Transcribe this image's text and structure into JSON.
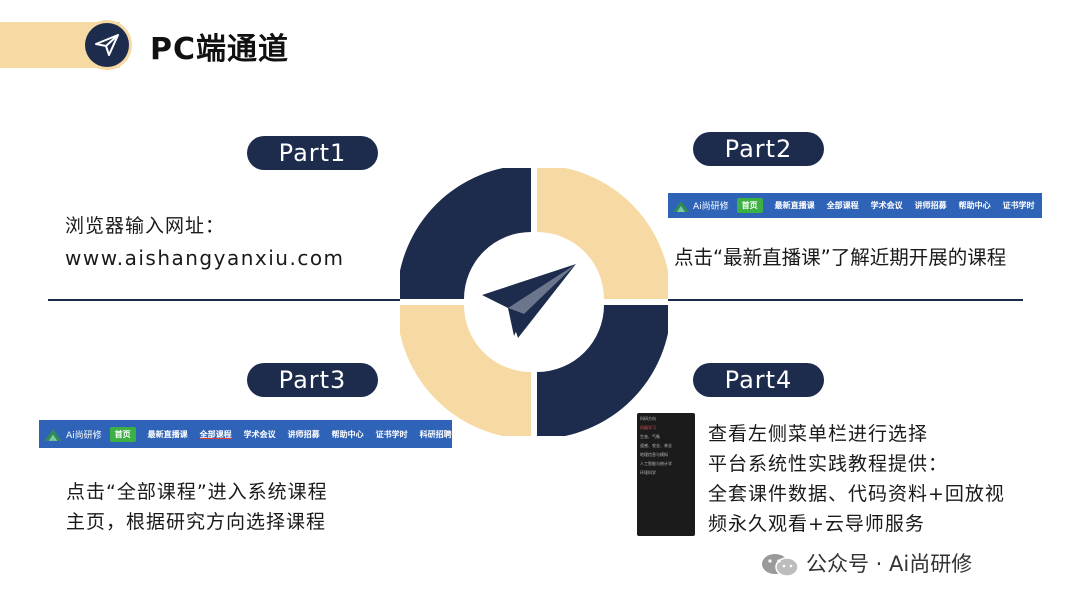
{
  "header": {
    "title": "PC端通道",
    "icon": "paper-plane-icon"
  },
  "parts": [
    {
      "label": "Part1",
      "lines": [
        "浏览器输入网址：",
        "www.aishangyanxiu.com"
      ]
    },
    {
      "label": "Part2",
      "lines": [
        "点击“最新直播课”了解近期开展的课程"
      ]
    },
    {
      "label": "Part3",
      "lines": [
        "点击“全部课程”进入系统课程",
        "主页，根据研究方向选择课程"
      ]
    },
    {
      "label": "Part4",
      "lines": [
        "查看左侧菜单栏进行选择",
        "平台系统性实践教程提供：",
        "全套课件数据、代码资料+回放视",
        "频永久观看+云导师服务"
      ]
    }
  ],
  "nav": {
    "logo_text": "Ai尚研修",
    "items": [
      "首页",
      "最新直播课",
      "全部课程",
      "学术会议",
      "讲师招募",
      "帮助中心",
      "证书学时",
      "科研招聘"
    ]
  },
  "sidemenu": {
    "items": [
      "科研方向",
      "机器学习",
      "生态、气象",
      "",
      "遥感、农业、林业",
      "",
      "地理信息与模拟",
      "",
      "人工智能与统计学",
      "",
      "环境科学"
    ]
  },
  "footer": {
    "text": "公众号 · Ai尚研修",
    "icon": "wechat-icon"
  },
  "colors": {
    "navy": "#1d2b4d",
    "sand": "#f6d9a3",
    "nav_blue": "#2f63b8",
    "nav_active": "#3cb043"
  }
}
